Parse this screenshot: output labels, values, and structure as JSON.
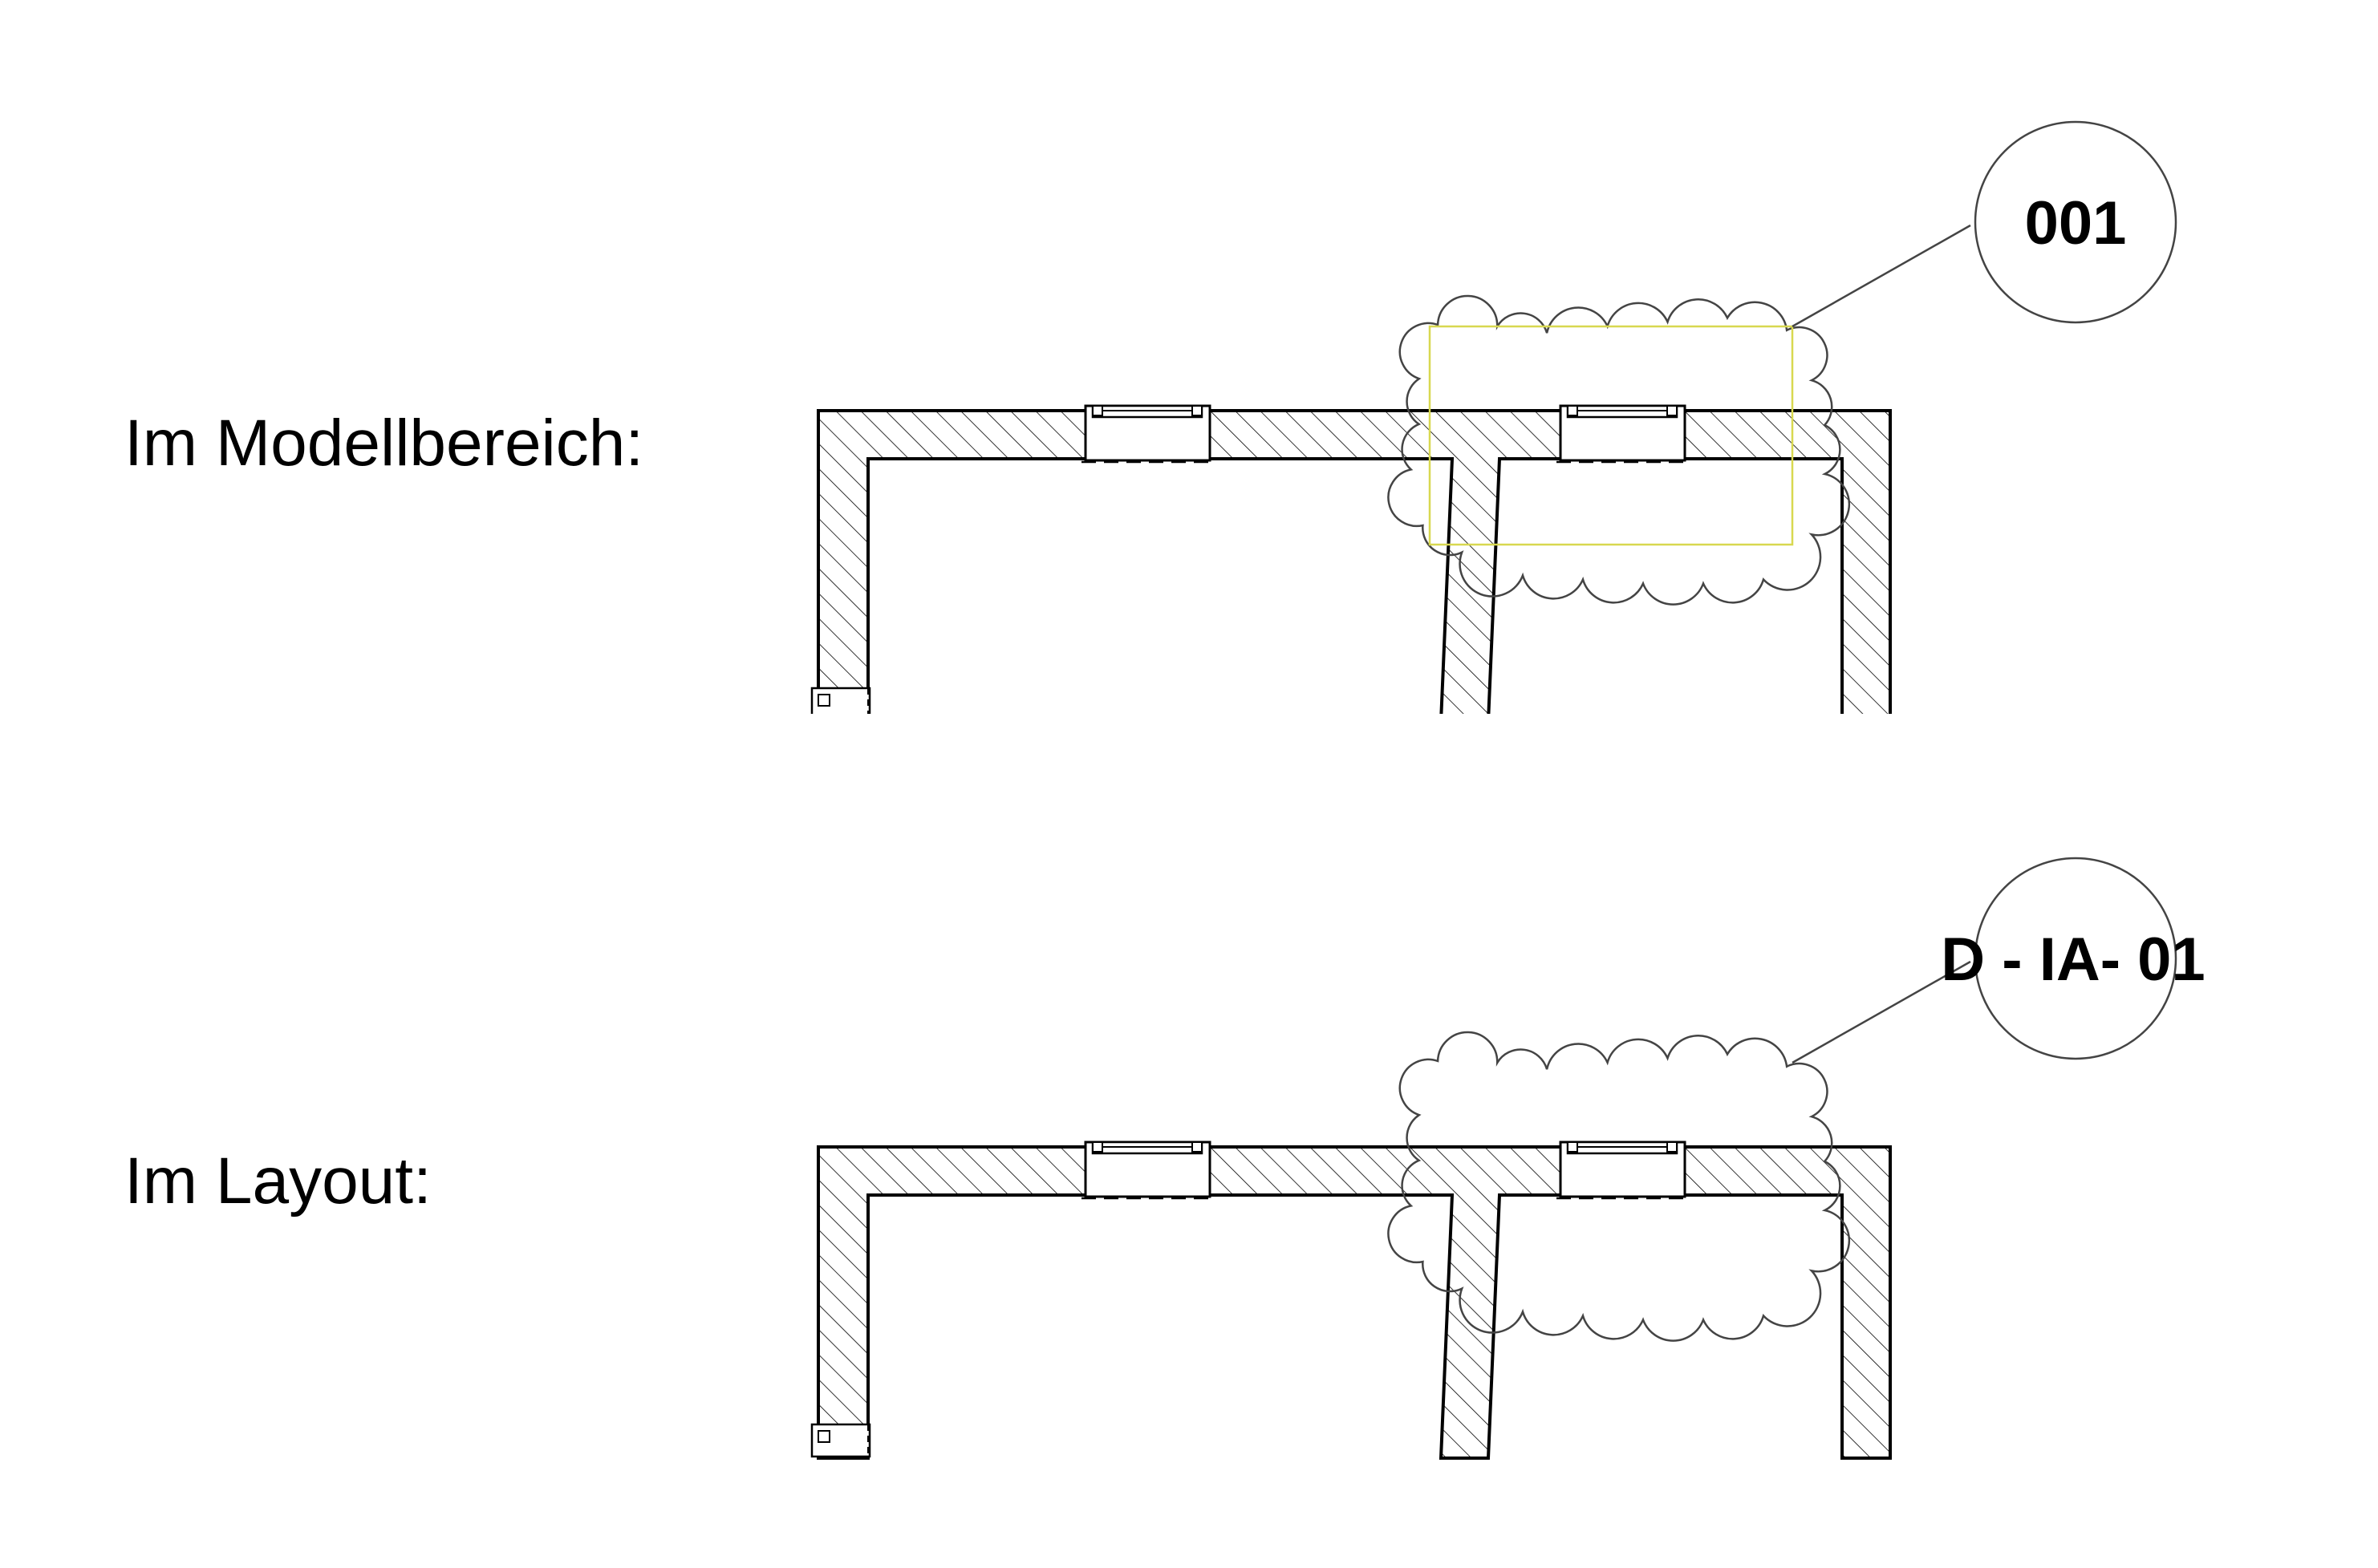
{
  "panels": [
    {
      "label": "Im Modellbereich:",
      "tag_text": "001",
      "show_selection_frame": true
    },
    {
      "label": "Im Layout:",
      "tag_text": "D - IA- 01",
      "show_selection_frame": false
    }
  ],
  "colors": {
    "line": "#000000",
    "cloud": "#444444",
    "selection_frame": "#d8d850",
    "background": "#ffffff"
  }
}
